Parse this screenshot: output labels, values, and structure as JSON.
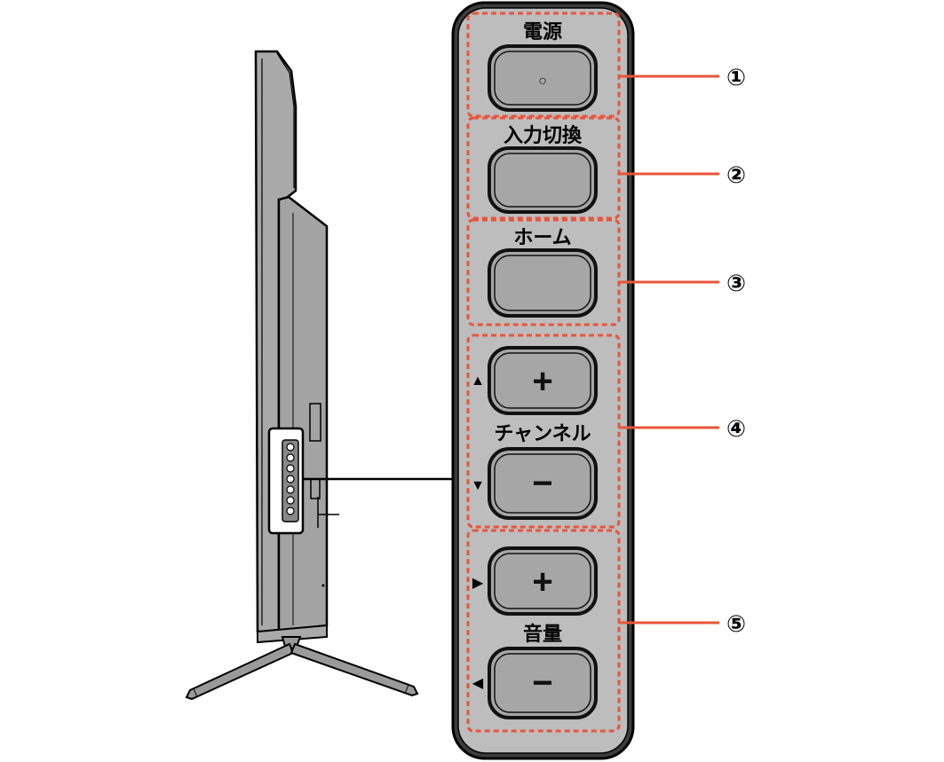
{
  "panel": {
    "sections": [
      {
        "number": "①",
        "label": "電源"
      },
      {
        "number": "②",
        "label": "入力切換"
      },
      {
        "number": "③",
        "label": "ホーム"
      },
      {
        "number": "④",
        "label": "チャンネル"
      },
      {
        "number": "⑤",
        "label": "音量"
      }
    ],
    "buttons": {
      "power_symbol": "○",
      "ch_up_symbol": "+",
      "ch_down_symbol": "−",
      "vol_up_symbol": "+",
      "vol_down_symbol": "−"
    },
    "arrows": {
      "ch_up": "▲",
      "ch_down": "▼",
      "vol_up": "▶",
      "vol_down": "◀"
    }
  },
  "colors": {
    "highlight": "#e8553b",
    "panel_fill": "#bfbfbf",
    "panel_outer": "#555555",
    "button_fill": "#a6a6a6"
  }
}
